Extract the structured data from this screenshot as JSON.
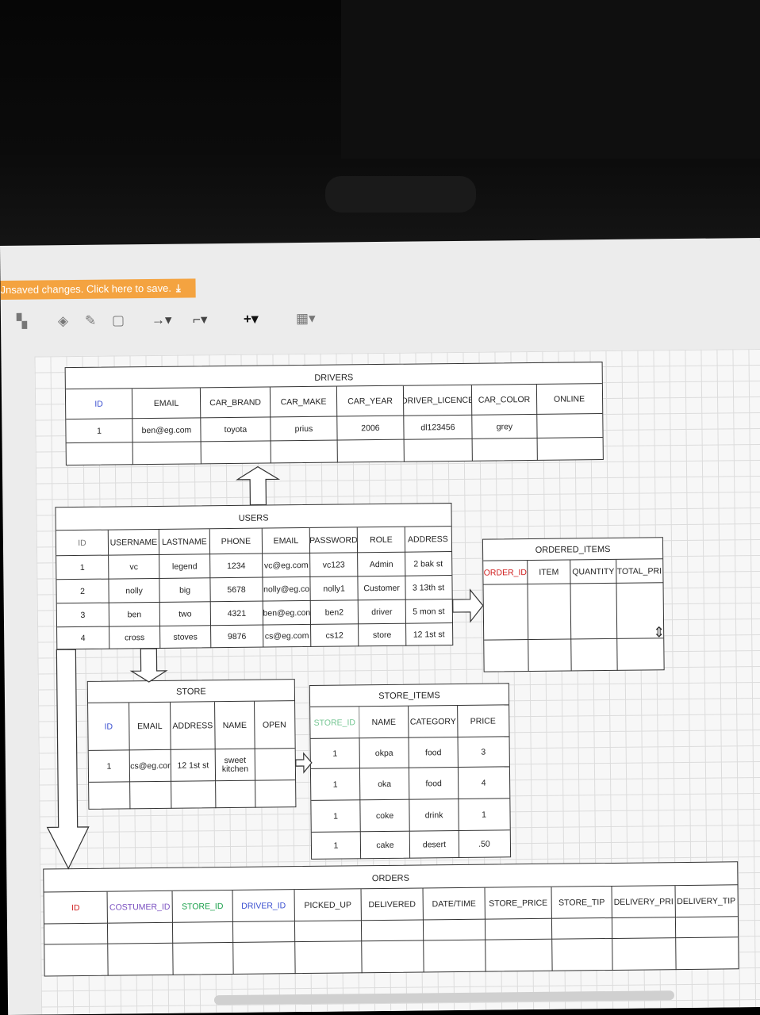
{
  "notice": {
    "text": "Jnsaved changes. Click here to save."
  },
  "toolbar": {
    "icons": [
      "format-icon",
      "paint-icon",
      "pencil-icon",
      "shadow-icon",
      "connector-icon",
      "waypoint-icon",
      "insert-icon",
      "table-icon"
    ]
  },
  "drivers": {
    "title": "DRIVERS",
    "headers": [
      "ID",
      "EMAIL",
      "CAR_BRAND",
      "CAR_MAKE",
      "CAR_YEAR",
      "DRIVER_LICENCE",
      "CAR_COLOR",
      "ONLINE"
    ],
    "rows": [
      [
        "1",
        "ben@eg.com",
        "toyota",
        "prius",
        "2006",
        "dl123456",
        "grey",
        ""
      ],
      [
        "",
        "",
        "",
        "",
        "",
        "",
        "",
        ""
      ]
    ]
  },
  "users": {
    "title": "USERS",
    "headers": [
      "ID",
      "USERNAME",
      "LASTNAME",
      "PHONE",
      "EMAIL",
      "PASSWORD",
      "ROLE",
      "ADDRESS"
    ],
    "rows": [
      [
        "1",
        "vc",
        "legend",
        "1234",
        "vc@eg.com",
        "vc123",
        "Admin",
        "2 bak st"
      ],
      [
        "2",
        "nolly",
        "big",
        "5678",
        "nolly@eg.co",
        "nolly1",
        "Customer",
        "3 13th st"
      ],
      [
        "3",
        "ben",
        "two",
        "4321",
        "ben@eg.con",
        "ben2",
        "driver",
        "5 mon st"
      ],
      [
        "4",
        "cross",
        "stoves",
        "9876",
        "cs@eg.com",
        "cs12",
        "store",
        "12 1st st"
      ]
    ]
  },
  "ordered_items": {
    "title": "ORDERED_ITEMS",
    "headers": [
      "ORDER_ID",
      "ITEM",
      "QUANTITY",
      "TOTAL_PRI"
    ],
    "rows": [
      [
        "",
        "",
        "",
        ""
      ],
      [
        "",
        "",
        "",
        ""
      ]
    ]
  },
  "store": {
    "title": "STORE",
    "headers": [
      "ID",
      "EMAIL",
      "ADDRESS",
      "NAME",
      "OPEN"
    ],
    "rows": [
      [
        "1",
        "cs@eg.cor",
        "12 1st st",
        "sweet kitchen",
        ""
      ],
      [
        "",
        "",
        "",
        "",
        ""
      ]
    ]
  },
  "store_items": {
    "title": "STORE_ITEMS",
    "headers": [
      "STORE_ID",
      "NAME",
      "CATEGORY",
      "PRICE"
    ],
    "rows": [
      [
        "1",
        "okpa",
        "food",
        "3"
      ],
      [
        "1",
        "oka",
        "food",
        "4"
      ],
      [
        "1",
        "coke",
        "drink",
        "1"
      ],
      [
        "1",
        "cake",
        "desert",
        ".50"
      ]
    ]
  },
  "orders": {
    "title": "ORDERS",
    "headers": [
      "ID",
      "COSTUMER_ID",
      "STORE_ID",
      "DRIVER_ID",
      "PICKED_UP",
      "DELIVERED",
      "DATE/TIME",
      "STORE_PRICE",
      "STORE_TIP",
      "DELIVERY_PRI",
      "DELIVERY_TIP"
    ],
    "rows": [
      [
        "",
        "",
        "",
        "",
        "",
        "",
        "",
        "",
        "",
        "",
        ""
      ],
      [
        "",
        "",
        "",
        "",
        "",
        "",
        "",
        "",
        "",
        "",
        ""
      ]
    ]
  },
  "colors": {
    "notice_bg": "#f4a340",
    "key_blue": "#3a4fd0",
    "key_red": "#d02020",
    "key_green": "#19a04a",
    "key_purple": "#7a50c0"
  }
}
